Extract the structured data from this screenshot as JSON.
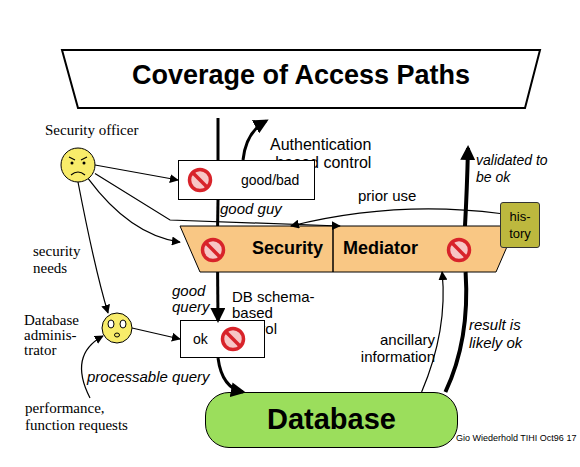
{
  "diagram": {
    "title": "Coverage of Access Paths",
    "nodes": [
      {
        "text": [
          "Security officer"
        ]
      },
      {
        "text": [
          "good/bad"
        ]
      },
      {
        "text": [
          "his- tory"
        ]
      },
      {
        "text": [
          "Security",
          "Mediator"
        ]
      },
      {
        "text": [
          "Database adminis- trator"
        ]
      },
      {
        "text": [
          "ok"
        ]
      },
      {
        "text": [
          "Database"
        ]
      }
    ],
    "edges": [
      {
        "from": 0,
        "to": 1,
        "arrow": "to"
      },
      {
        "from": 0,
        "to": 3,
        "arrow": "to"
      },
      {
        "from": 0,
        "to": 3,
        "arrow": "to"
      },
      {
        "from": 0,
        "to": 4,
        "label": "security needs",
        "arrow": "to"
      },
      {
        "from": 4,
        "to": 5,
        "arrow": "to"
      },
      {
        "from": 1,
        "to": 3,
        "label": "good guy",
        "arrow": "none"
      },
      {
        "from": 2,
        "to": 3,
        "label": "prior use",
        "arrow": "to"
      },
      {
        "from": 3,
        "to": 5,
        "label": "good query",
        "arrow": "to"
      },
      {
        "from": 5,
        "to": 6,
        "label": "processable query",
        "arrow": "to"
      },
      {
        "from": 6,
        "to": 3,
        "label": "ancillary information",
        "arrow": "to"
      },
      {
        "from": 6,
        "to": 3,
        "label": "result is likely ok",
        "arrow": "none"
      }
    ],
    "labels": [
      "Authentication based control",
      "validated to be ok",
      "DB schema-based control",
      "performance, function requests",
      "Gio Wiederhold TIHI Oct96 17"
    ]
  }
}
